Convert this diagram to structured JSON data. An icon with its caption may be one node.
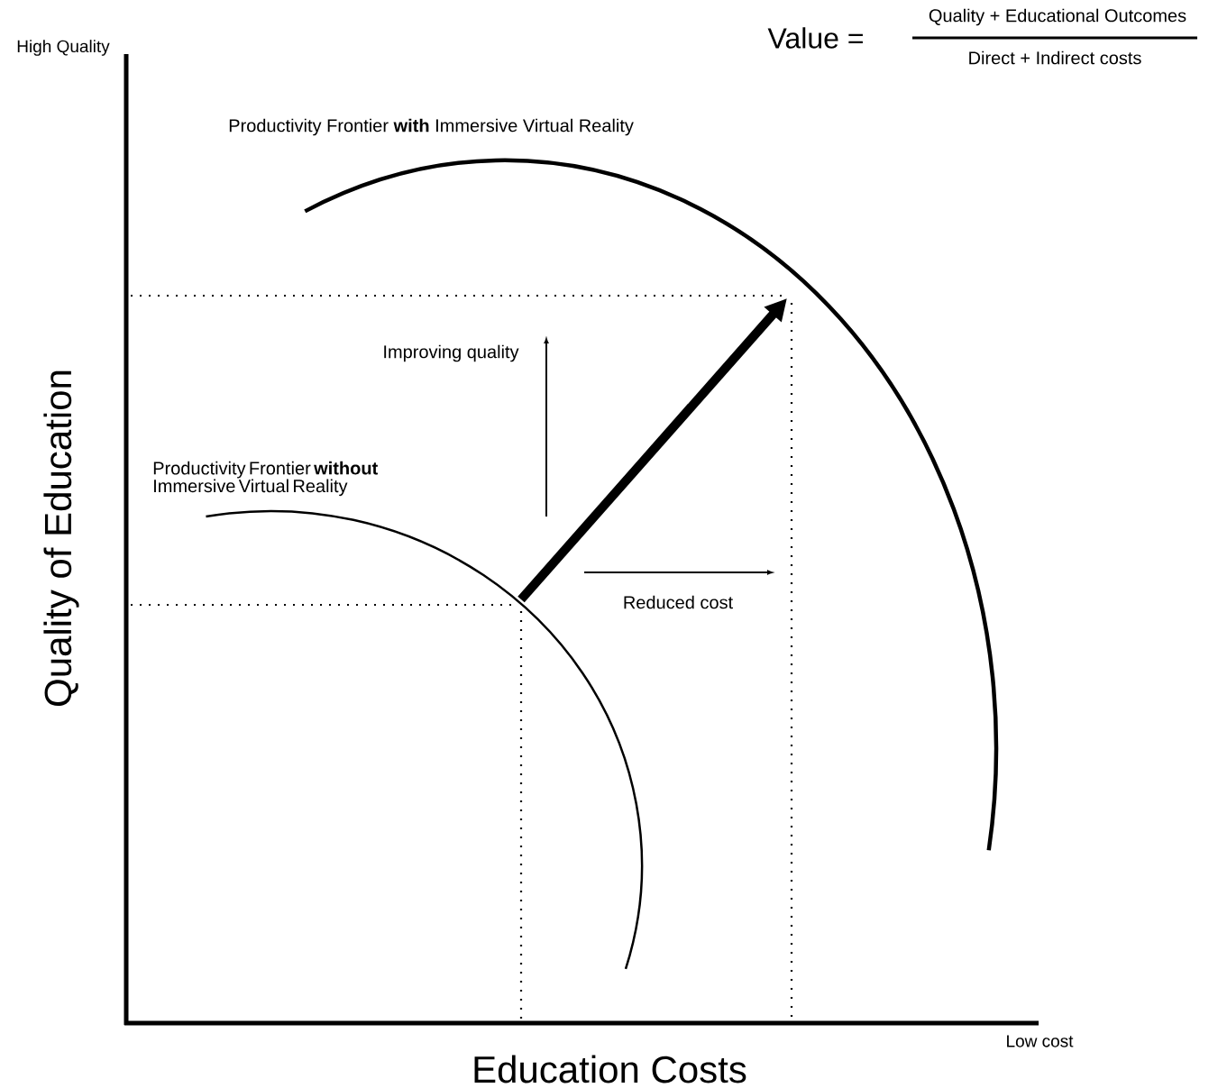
{
  "diagram": {
    "labels": [
      "Value =",
      "Quality + Educational Outcomes",
      "Direct + Indirect costs",
      "High Quality",
      "Productivity Frontier **with** Immersive Virtual Reality",
      "Improving quality",
      "Productivity Frontier **without** Immersive Virtual Reality",
      "Reduced cost",
      "Quality of Education",
      "Low cost",
      "Education Costs"
    ]
  }
}
